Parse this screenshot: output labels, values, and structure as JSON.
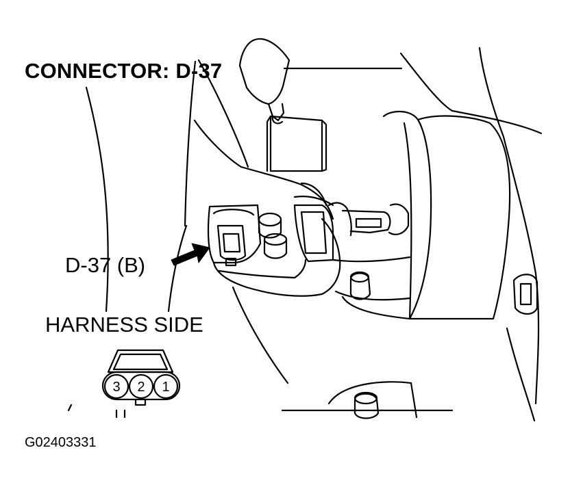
{
  "title": "CONNECTOR: D-37",
  "callout_label": "D-37 (B)",
  "harness_label": "HARNESS SIDE",
  "pins": [
    "3",
    "2",
    "1"
  ],
  "figure_id": "G02403331"
}
